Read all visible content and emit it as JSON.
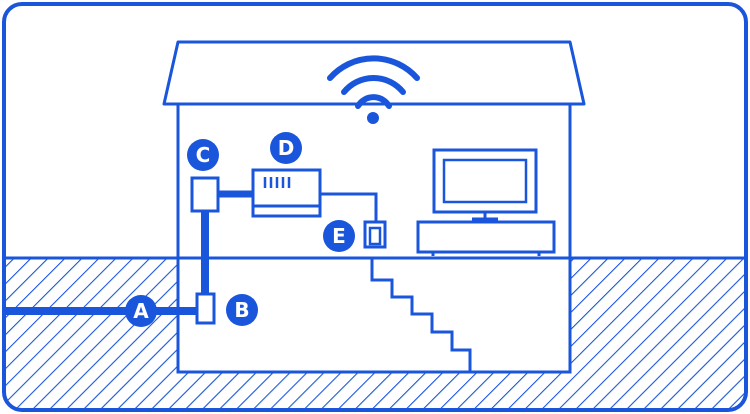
{
  "colors": {
    "primary": "#1a56db",
    "background": "#ffffff"
  },
  "labels": {
    "a": "A",
    "b": "B",
    "c": "C",
    "d": "D",
    "e": "E"
  },
  "icons": [
    "wifi-icon",
    "television-icon",
    "modem-icon",
    "router-icon",
    "wall-plug-icon"
  ]
}
